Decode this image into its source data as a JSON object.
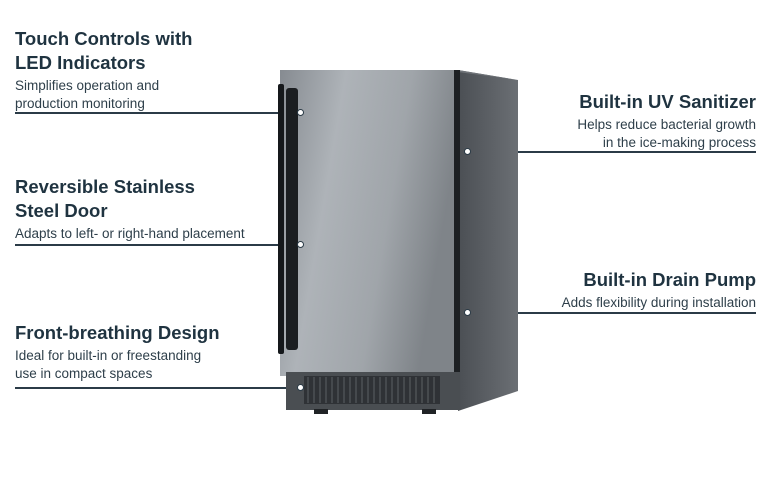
{
  "features": [
    {
      "id": "touch-controls",
      "title_lines": [
        "Touch Controls with",
        "LED Indicators"
      ],
      "description_lines": [
        "Simplifies operation and",
        "production monitoring"
      ]
    },
    {
      "id": "reversible-door",
      "title_lines": [
        "Reversible Stainless",
        "Steel Door"
      ],
      "description_lines": [
        "Adapts to left- or right-hand placement"
      ]
    },
    {
      "id": "front-breathing",
      "title_lines": [
        "Front-breathing Design"
      ],
      "description_lines": [
        "Ideal for built-in or freestanding",
        "use in compact spaces"
      ]
    },
    {
      "id": "uv-sanitizer",
      "title_lines": [
        "Built-in UV Sanitizer"
      ],
      "description_lines": [
        "Helps reduce bacterial growth",
        "in the ice-making process"
      ]
    },
    {
      "id": "drain-pump",
      "title_lines": [
        "Built-in Drain Pump"
      ],
      "description_lines": [
        "Adds flexibility during installation"
      ]
    }
  ],
  "colors": {
    "text": "#1f3340",
    "leader_line": "#2b3b47",
    "door_steel": "#9ea3a9",
    "cabinet_side": "#5d6166",
    "handle": "#15181b",
    "grille": "#3c3f43"
  },
  "product": {
    "icon": "undercounter-ice-maker"
  }
}
